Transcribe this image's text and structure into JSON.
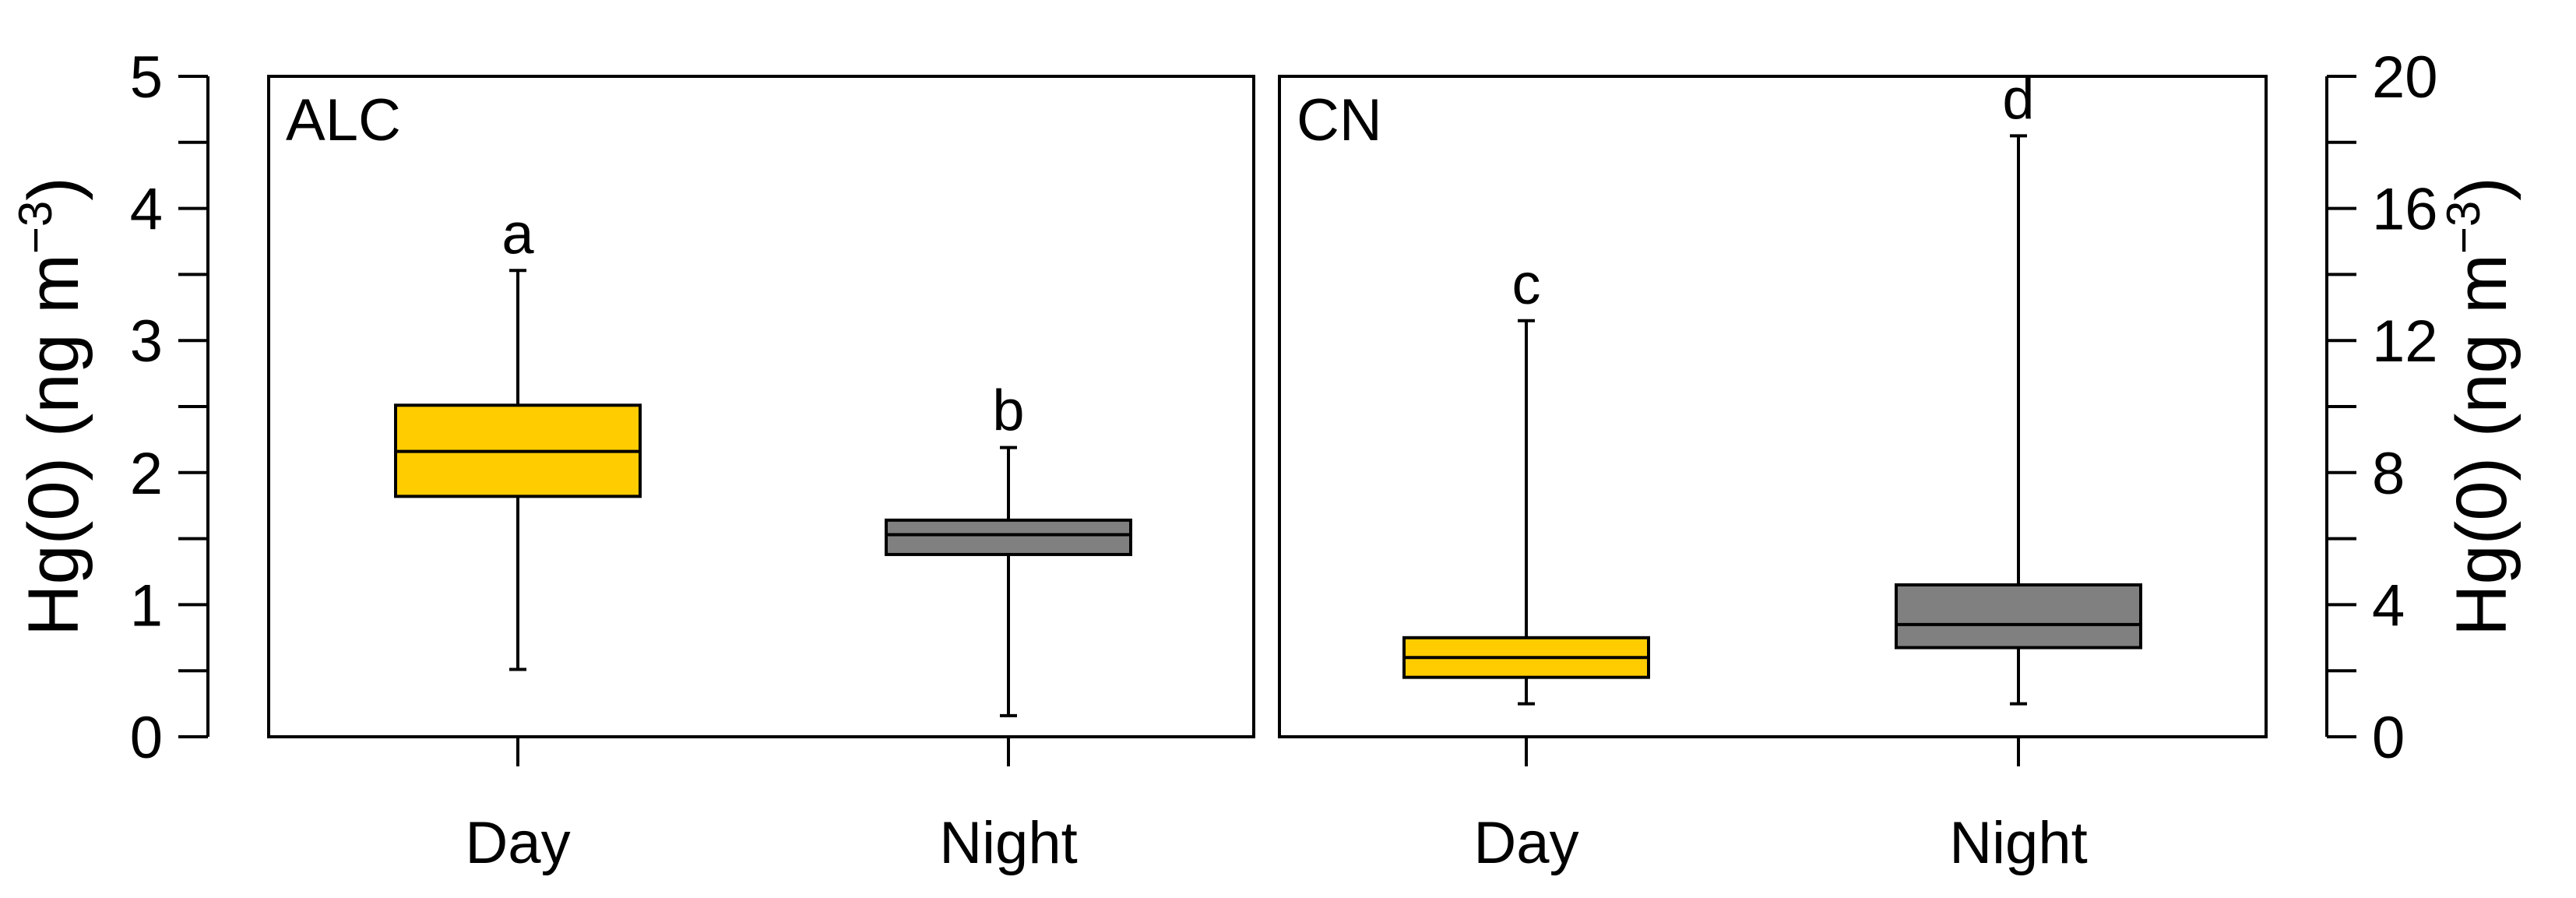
{
  "chart_data": [
    {
      "type": "box",
      "panel_label": "ALC",
      "categories": [
        "Day",
        "Night"
      ],
      "ylabel": "Hg(0) (ng m",
      "ylabel_unit_exponent": "−3",
      "ylabel_close": ")",
      "yaxis_side": "left",
      "ylim": [
        0,
        5
      ],
      "yticks": [
        0,
        1,
        2,
        3,
        4,
        5
      ],
      "ytick_labels": [
        "0",
        "1",
        "2",
        "3",
        "4",
        "5"
      ],
      "yminor_ticks": [
        0.5,
        1.5,
        2.5,
        3.5,
        4.5
      ],
      "boxes": [
        {
          "category": "Day",
          "color": "#FFCC00",
          "whisker_low": 0.51,
          "q1": 1.82,
          "median": 2.16,
          "q3": 2.51,
          "whisker_high": 3.53,
          "sig_letter": "a"
        },
        {
          "category": "Night",
          "color": "#808080",
          "whisker_low": 0.16,
          "q1": 1.38,
          "median": 1.53,
          "q3": 1.64,
          "whisker_high": 2.19,
          "sig_letter": "b"
        }
      ]
    },
    {
      "type": "box",
      "panel_label": "CN",
      "categories": [
        "Day",
        "Night"
      ],
      "ylabel": "Hg(0) (ng m",
      "ylabel_unit_exponent": "−3",
      "ylabel_close": ")",
      "yaxis_side": "right",
      "ylim": [
        0,
        20
      ],
      "yticks": [
        0,
        4,
        8,
        12,
        16,
        20
      ],
      "ytick_labels": [
        "0",
        "4",
        "8",
        "12",
        "16",
        "20"
      ],
      "yminor_ticks": [
        2,
        6,
        10,
        14,
        18
      ],
      "boxes": [
        {
          "category": "Day",
          "color": "#FFCC00",
          "whisker_low": 1.0,
          "q1": 1.8,
          "median": 2.4,
          "q3": 3.0,
          "whisker_high": 12.6,
          "sig_letter": "c"
        },
        {
          "category": "Night",
          "color": "#808080",
          "whisker_low": 1.0,
          "q1": 2.7,
          "median": 3.4,
          "q3": 4.6,
          "whisker_high": 18.2,
          "sig_letter": "d"
        }
      ]
    }
  ]
}
